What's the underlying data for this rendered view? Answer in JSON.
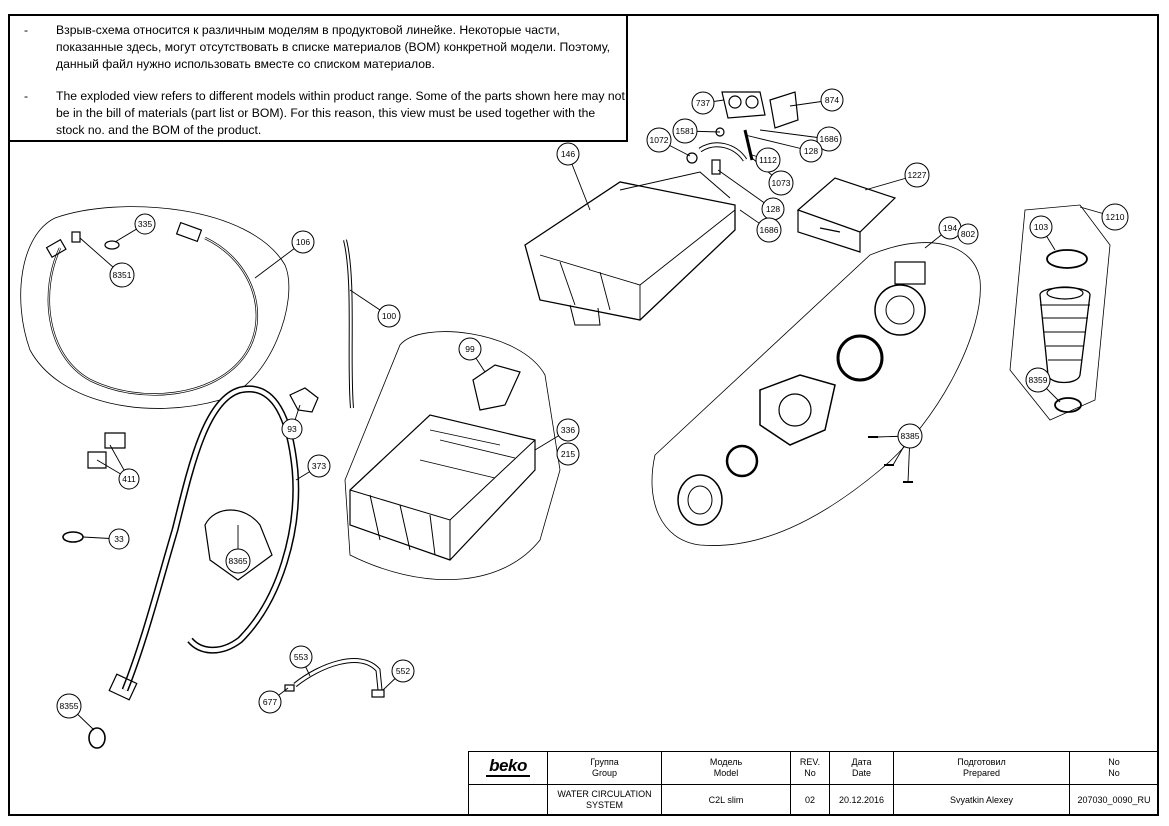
{
  "notes": {
    "ru": {
      "dash": "-",
      "text": "Взрыв-схема относится к различным моделям в продуктовой линейке. Некоторые части, показанные здесь, могут отсутствовать в списке материалов (BOM) конкретной модели. Поэтому, данный файл нужно использовать вместе со списком материалов."
    },
    "en": {
      "dash": "-",
      "text": "The exploded view refers to different models within product range. Some of the parts shown here may not be in the bill of materials (part list or BOM). For this reason, this view must be used together with the stock no. and the BOM of the product."
    }
  },
  "callouts": {
    "c335": "335",
    "c8351": "8351",
    "c106": "106",
    "c100": "100",
    "c93": "93",
    "c411": "411",
    "c373": "373",
    "c33": "33",
    "c8365": "8365",
    "c8355": "8355",
    "c553": "553",
    "c552": "552",
    "c677": "677",
    "c99": "99",
    "c336": "336",
    "c215": "215",
    "c146": "146",
    "c737": "737",
    "c874": "874",
    "c1581": "1581",
    "c1072": "1072",
    "c1686a": "1686",
    "c128a": "128",
    "c1112": "1112",
    "c1073": "1073",
    "c128b": "128",
    "c1686b": "1686",
    "c1227": "1227",
    "c194": "194",
    "c802": "802",
    "c8385": "8385",
    "c103": "103",
    "c1210": "1210",
    "c8359": "8359"
  },
  "title_block": {
    "logo": "beko",
    "group_header_ru": "Группа",
    "group_header_en": "Group",
    "model_header_ru": "Модель",
    "model_header_en": "Model",
    "rev_header_1": "REV.",
    "rev_header_2": "No",
    "date_header_ru": "Дата",
    "date_header_en": "Date",
    "prepared_header_ru": "Подготовил",
    "prepared_header_en": "Prepared",
    "no_header_1": "No",
    "no_header_2": "No",
    "group_value_1": "WATER CIRCULATION",
    "group_value_2": "SYSTEM",
    "model_value": "C2L slim",
    "rev_value": "02",
    "date_value": "20.12.2016",
    "prepared_value": "Svyatkin Alexey",
    "no_value": "207030_0090_RU"
  }
}
